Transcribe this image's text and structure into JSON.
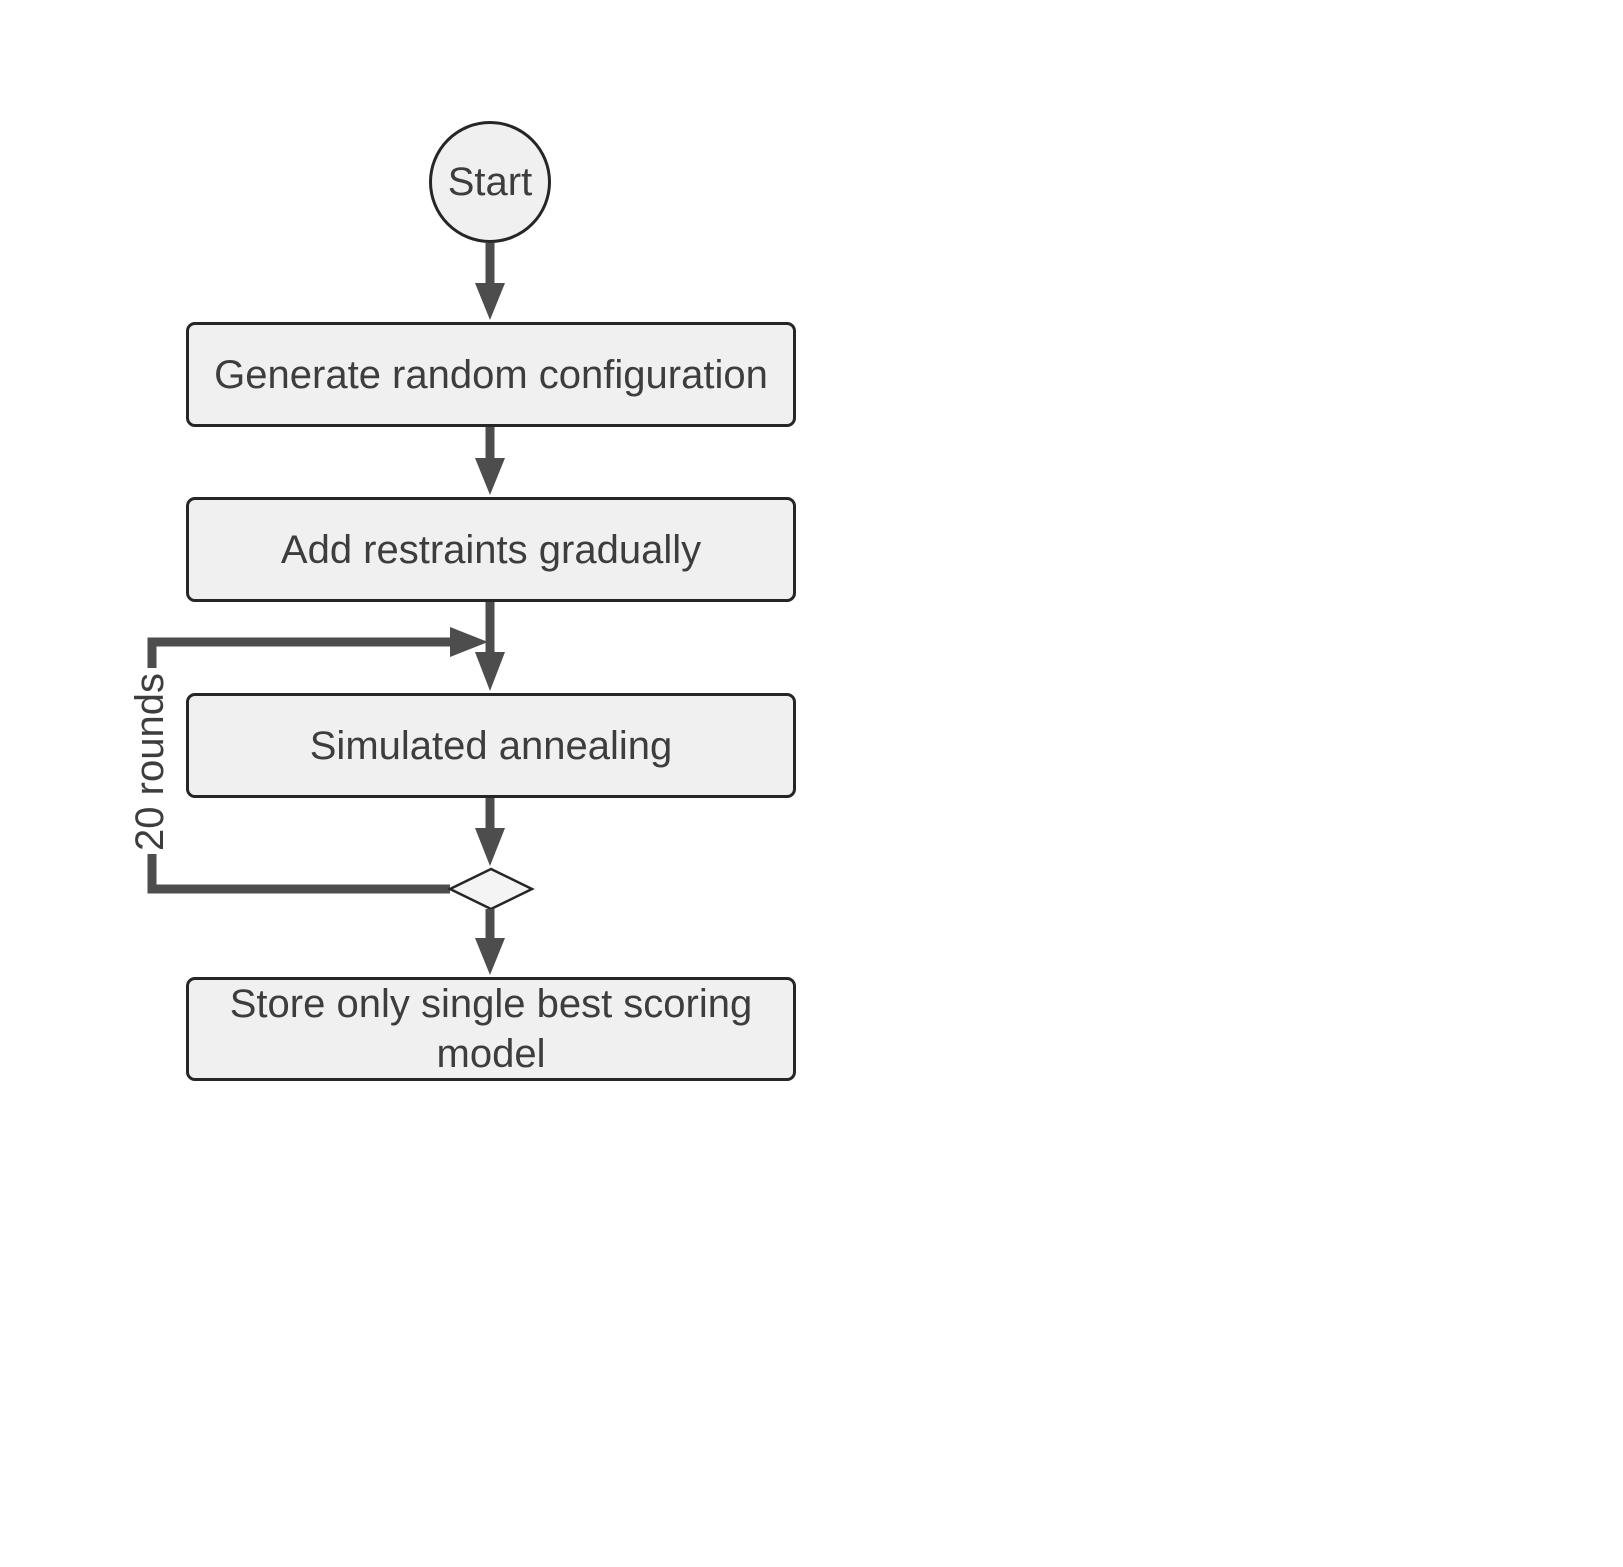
{
  "diagram_type": "flowchart",
  "colors": {
    "background": "#ffffff",
    "node_fill": "#f0f0f0",
    "diamond_fill": "#f4f4f4",
    "node_border": "#262626",
    "arrow": "#4d4d4d",
    "text": "#3d3d3d"
  },
  "nodes": {
    "start": {
      "label": "Start",
      "shape": "circle"
    },
    "generate": {
      "label": "Generate random configuration",
      "shape": "rect"
    },
    "restraints": {
      "label": "Add restraints gradually",
      "shape": "rect"
    },
    "annealing": {
      "label": "Simulated annealing",
      "shape": "rect"
    },
    "decision": {
      "label": "",
      "shape": "diamond"
    },
    "store": {
      "label": "Store only single best scoring model",
      "shape": "rect"
    }
  },
  "loop": {
    "label": "20 rounds"
  },
  "edges": [
    {
      "from": "start",
      "to": "generate"
    },
    {
      "from": "generate",
      "to": "restraints"
    },
    {
      "from": "restraints",
      "to": "annealing"
    },
    {
      "from": "annealing",
      "to": "decision"
    },
    {
      "from": "decision",
      "to": "annealing",
      "label": "20 rounds"
    },
    {
      "from": "decision",
      "to": "store"
    }
  ]
}
